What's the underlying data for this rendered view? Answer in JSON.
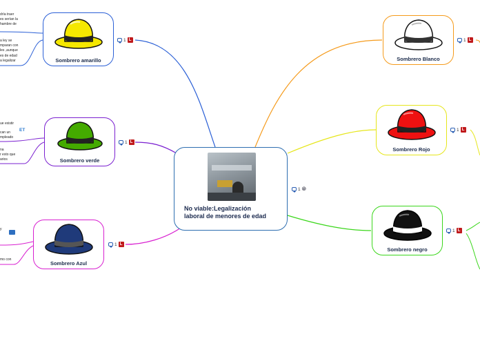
{
  "central": {
    "title": "No viable:Legalización laboral de menores de edad",
    "comment_count": "1"
  },
  "hats": [
    {
      "key": "amarillo",
      "label": "Sombrero amarillo",
      "comment_count": "1",
      "color": "#f5e800",
      "band": "#222222"
    },
    {
      "key": "verde",
      "label": "Sombrero verde",
      "comment_count": "1",
      "color": "#44aa00",
      "band": "#222222"
    },
    {
      "key": "azul",
      "label": "Sombrero Azul",
      "comment_count": "1",
      "color": "#1f3a7a",
      "band": "#333333"
    },
    {
      "key": "blanco",
      "label": "Sombrero Blanco",
      "comment_count": "1",
      "color": "#ffffff",
      "band": "#333333"
    },
    {
      "key": "rojo",
      "label": "Sombrero Rojo",
      "comment_count": "1",
      "color": "#ee1111",
      "band": "#222222"
    },
    {
      "key": "negro",
      "label": "Sombrero negro",
      "comment_count": "1",
      "color": "#111111",
      "band": "#ffffff"
    }
  ],
  "snippets": {
    "amarillo_a": "dría traer\nes serían la\nhambre de",
    "amarillo_b": "a ley se\nmparan con\nles ,aunque\nes de edad\na legalizar",
    "verde_a": "ue existir",
    "verde_b": "can un\nmpleado",
    "verde_c": "na\nr esto que\narios",
    "verde_tag": "ET",
    "azul_a": "y",
    "azul_b": "mo con"
  },
  "colors": {
    "amarillo_line": "#2a5fd6",
    "verde_line": "#7a1fd0",
    "azul_line": "#d81fd0",
    "blanco_line": "#f59a1a",
    "rojo_line": "#e6e61a",
    "negro_line": "#3ad61a",
    "central_border": "#2c6db0"
  },
  "icons": {
    "comment": "comment-icon",
    "link": "link-badge",
    "globe": "globe-icon"
  }
}
